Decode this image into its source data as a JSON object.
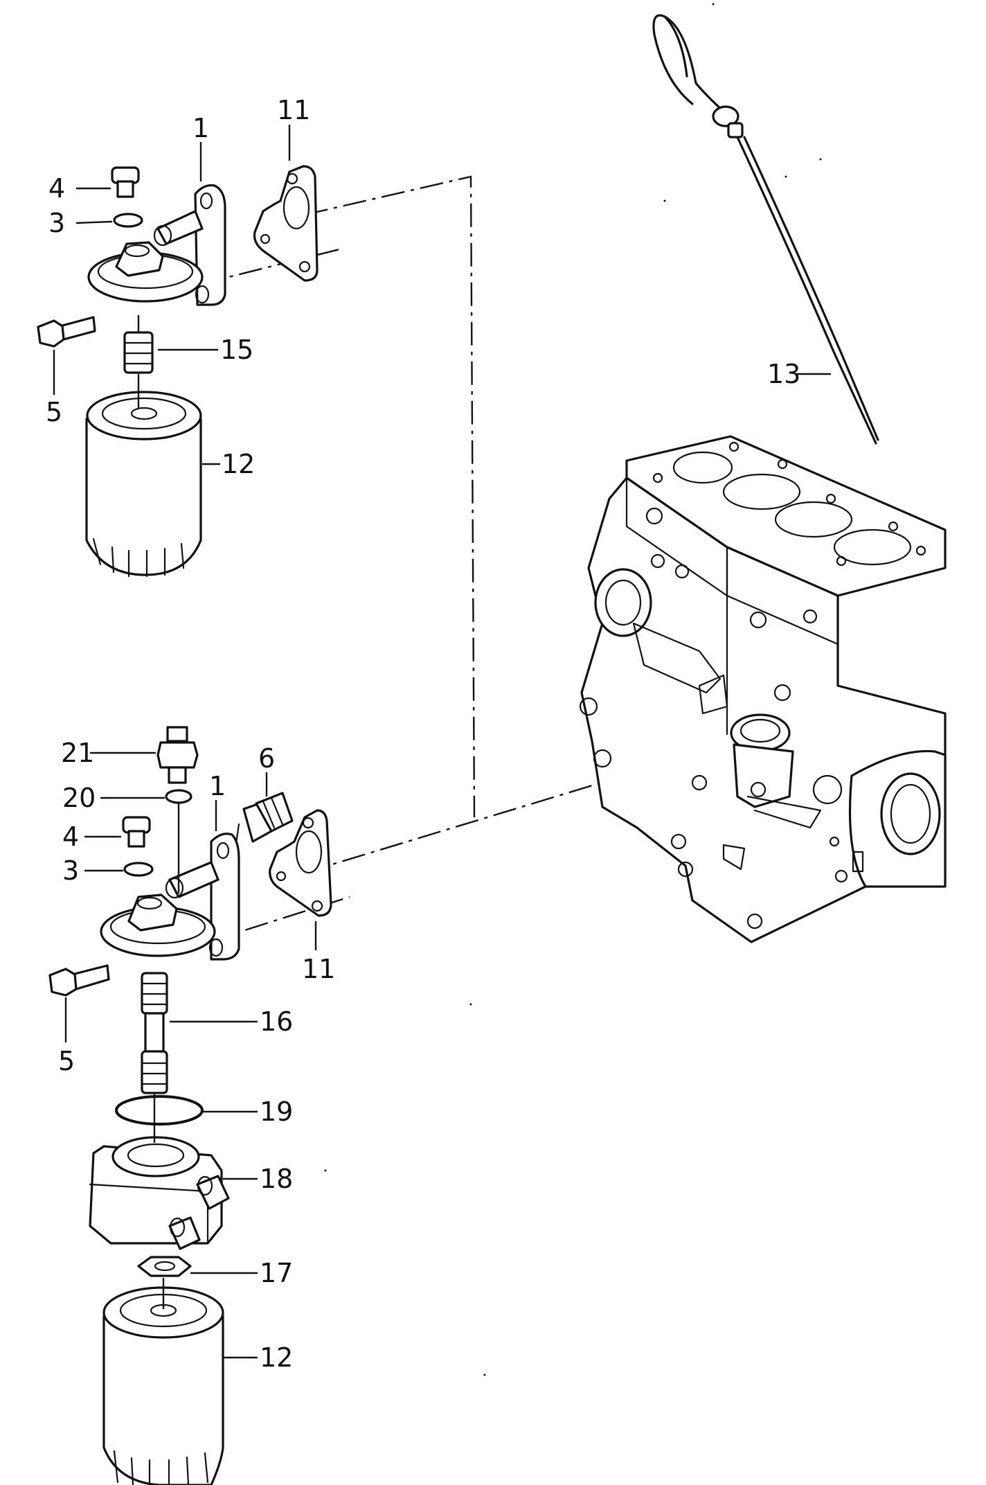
{
  "callouts": {
    "c1_top": "1",
    "c11_top": "11",
    "c4_top": "4",
    "c3_top": "3",
    "c15": "15",
    "c5_top": "5",
    "c12_top": "12",
    "c13": "13",
    "c21": "21",
    "c20": "20",
    "c1_bottom": "1",
    "c6": "6",
    "c4_bottom": "4",
    "c3_bottom": "3",
    "c11_bottom": "11",
    "c5_bottom": "5",
    "c16": "16",
    "c19": "19",
    "c18": "18",
    "c17": "17",
    "c12_bottom": "12"
  }
}
